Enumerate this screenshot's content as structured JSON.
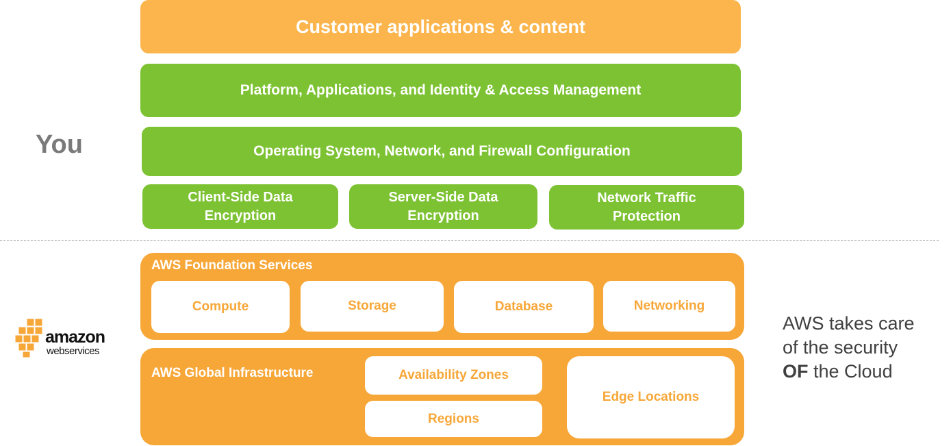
{
  "left_label": "You",
  "customer_layer": "Customer applications & content",
  "platform_layer": "Platform, Applications, and Identity & Access Management",
  "os_layer": "Operating System, Network, and Firewall Configuration",
  "encryption_boxes": [
    {
      "line1": "Client-Side Data",
      "line2": "Encryption"
    },
    {
      "line1": "Server-Side Data",
      "line2": "Encryption"
    },
    {
      "line1": "Network Traffic",
      "line2": "Protection"
    }
  ],
  "foundation": {
    "title": "AWS Foundation Services",
    "items": [
      "Compute",
      "Storage",
      "Database",
      "Networking"
    ]
  },
  "global": {
    "title": "AWS Global Infrastructure",
    "availability_zones": "Availability Zones",
    "regions": "Regions",
    "edge_locations": "Edge Locations"
  },
  "logo": {
    "word1": "amazon",
    "word2": "webservices"
  },
  "caption": {
    "line1": "AWS takes care",
    "line2": "of the security",
    "bold": "OF",
    "line3_rest": " the Cloud"
  },
  "colors": {
    "green": "#7cc232",
    "light_orange": "#fbb54c",
    "orange": "#f7a738"
  }
}
